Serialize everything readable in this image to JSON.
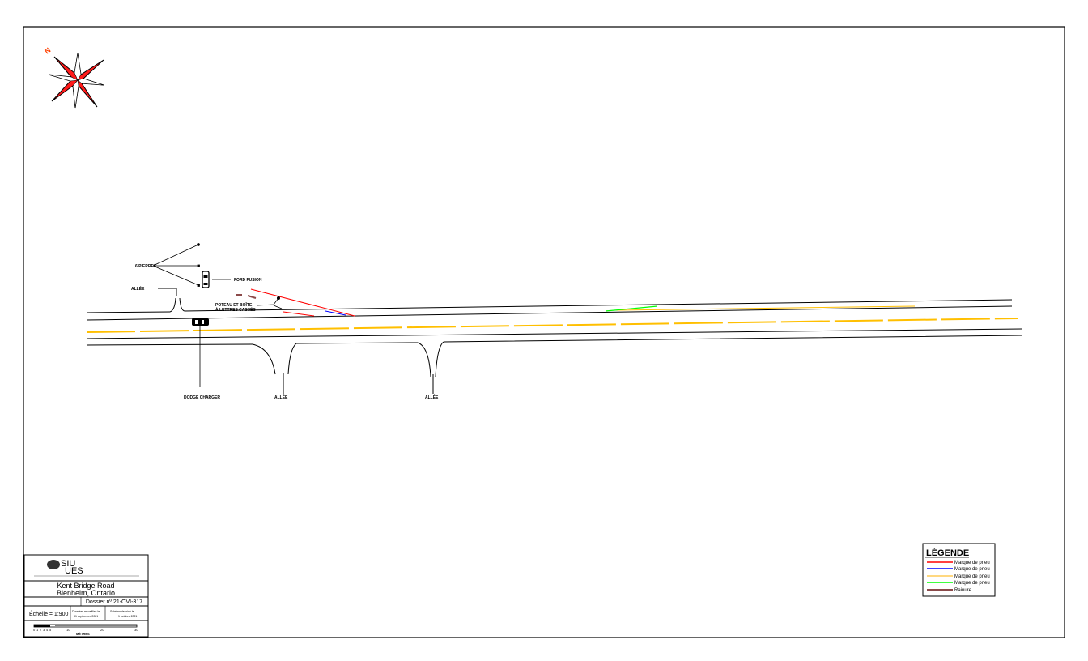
{
  "compass": {
    "north_label": "N"
  },
  "labels": {
    "stones": "6 PIERRES",
    "ford": "FORD FUSION",
    "driveway_top": "ALLÉE",
    "pole_line1": "POTEAU ET BOÎTE",
    "pole_line2": "À LETTRES CASSÉS",
    "dodge": "DODGE CHARGER",
    "driveway_bottom1": "ALLÉE",
    "driveway_bottom2": "ALLÉE"
  },
  "title_block": {
    "logo_text_1": "SIU",
    "logo_text_2": "UES",
    "location_line1": "Kent Bridge Road",
    "location_line2": "Blenheim, Ontario",
    "file_number": "Dossier nº 21-OVI-317",
    "scale": "Échelle = 1:900",
    "note1_line1": "Données recueillies le",
    "note1_line2": "31 septembre 2021",
    "note2_line1": "Schéma dessiné le",
    "note2_line2": "1 octobre 2021",
    "scale_ticks": [
      "0",
      "1",
      "2",
      "3",
      "4",
      "5",
      "10",
      "20",
      "30"
    ],
    "scale_unit": "MÈTRES"
  },
  "legend": {
    "title": "LÉGENDE",
    "items": [
      {
        "label": "Marque de pneu",
        "color": "#ff0000"
      },
      {
        "label": "Marque de pneu",
        "color": "#0000ff"
      },
      {
        "label": "Marque de pneu",
        "color": "#ffb000"
      },
      {
        "label": "Marque de pneu",
        "color": "#00ff00"
      },
      {
        "label": "Rainure",
        "color": "#8b4a4a"
      }
    ]
  },
  "colors": {
    "tire_red": "#ff0000",
    "tire_blue": "#0000ff",
    "centerline": "#ffbf00",
    "tire_green": "#00ff00",
    "groove": "#8b4a4a"
  }
}
